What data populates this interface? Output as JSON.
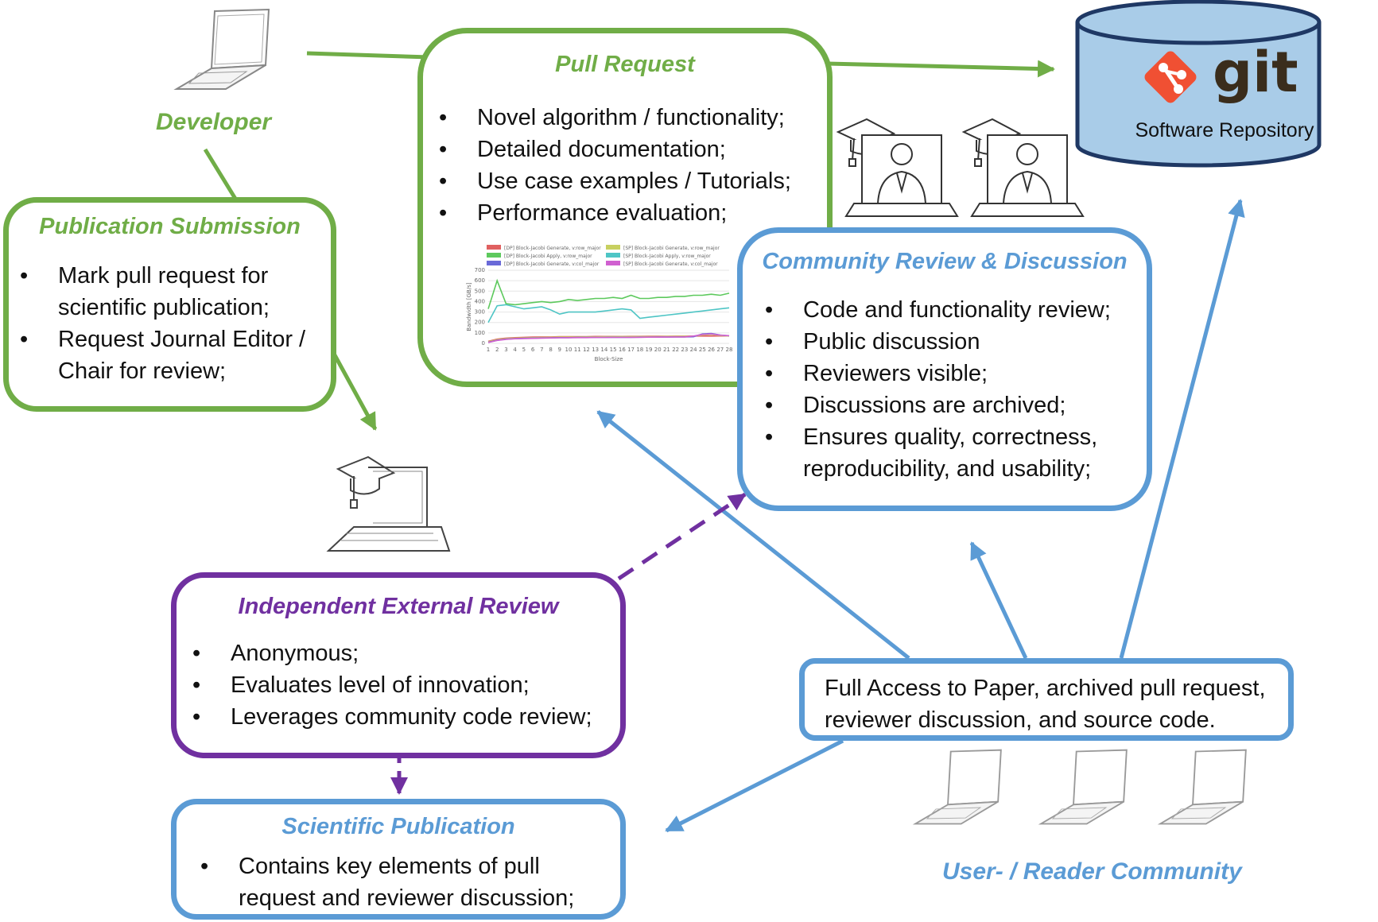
{
  "developer": {
    "label": "Developer"
  },
  "pull_request": {
    "title": "Pull Request",
    "items": [
      "Novel algorithm / functionality;",
      "Detailed documentation;",
      "Use case examples / Tutorials;",
      "Performance evaluation;"
    ]
  },
  "repository": {
    "logo_text": "git",
    "label": "Software Repository"
  },
  "publication_submission": {
    "title": "Publication Submission",
    "items": [
      "Mark pull request for scientific publication;",
      "Request Journal Editor / Chair for review;"
    ]
  },
  "community_review": {
    "title": "Community Review & Discussion",
    "items": [
      "Code and functionality review;",
      "Public discussion",
      "Reviewers visible;",
      "Discussions are archived;",
      "Ensures quality, correctness, reproducibility, and usability;"
    ]
  },
  "external_review": {
    "title": "Independent  External Review",
    "items": [
      "Anonymous;",
      "Evaluates level of innovation;",
      "Leverages community code review;"
    ]
  },
  "full_access": {
    "text": "Full Access to Paper, archived pull request, reviewer discussion, and source code."
  },
  "scientific_publication": {
    "title": "Scientific Publication",
    "items": [
      "Contains key elements of pull request and reviewer discussion;"
    ]
  },
  "community": {
    "label": "User- / Reader Community"
  },
  "colors": {
    "green": "#70ad47",
    "blue": "#5b9bd5",
    "purple": "#7030a0",
    "repo_fill": "#a9cce8",
    "git_orange": "#f05033"
  },
  "chart_data": {
    "type": "line",
    "title": "",
    "xlabel": "Block-Size",
    "ylabel": "Bandwidth [GB/s]",
    "ylim": [
      0,
      700
    ],
    "yticks": [
      0,
      100,
      200,
      300,
      400,
      500,
      600,
      700
    ],
    "x": [
      1,
      2,
      3,
      4,
      5,
      6,
      7,
      8,
      9,
      10,
      11,
      12,
      13,
      14,
      15,
      16,
      17,
      18,
      19,
      20,
      21,
      22,
      23,
      24,
      25,
      26,
      27,
      28
    ],
    "series": [
      {
        "name": "[DP] Block-Jacobi Generate, v:row_major",
        "color": "#e06060",
        "values": [
          20,
          40,
          50,
          55,
          58,
          60,
          62,
          62,
          64,
          64,
          65,
          65,
          66,
          66,
          66,
          66,
          67,
          67,
          68,
          68,
          68,
          69,
          69,
          70,
          70,
          70,
          71,
          71
        ]
      },
      {
        "name": "[SP] Block-Jacobi Generate, v:row_major",
        "color": "#c8d060",
        "values": [
          15,
          35,
          45,
          50,
          52,
          55,
          57,
          58,
          60,
          60,
          61,
          62,
          62,
          63,
          63,
          64,
          64,
          65,
          65,
          65,
          66,
          66,
          67,
          68,
          80,
          85,
          75,
          70
        ]
      },
      {
        "name": "[DP] Block-Jacobi Apply, v:row_major",
        "color": "#5dc95d",
        "values": [
          330,
          600,
          380,
          370,
          380,
          390,
          400,
          390,
          400,
          420,
          410,
          420,
          430,
          430,
          440,
          430,
          460,
          430,
          430,
          440,
          440,
          450,
          450,
          460,
          460,
          470,
          460,
          480
        ]
      },
      {
        "name": "[SP] Block-Jacobi Apply, v:row_major",
        "color": "#4ec5c5",
        "values": [
          200,
          360,
          370,
          350,
          330,
          340,
          350,
          320,
          280,
          300,
          300,
          300,
          300,
          310,
          320,
          330,
          320,
          240,
          250,
          260,
          270,
          280,
          290,
          300,
          310,
          320,
          330,
          340
        ]
      },
      {
        "name": "[DP] Block-Jacobi Generate, v:col_major",
        "color": "#6a6ad8",
        "values": [
          10,
          30,
          40,
          45,
          48,
          50,
          52,
          53,
          55,
          55,
          56,
          56,
          57,
          57,
          58,
          58,
          58,
          59,
          59,
          60,
          60,
          61,
          62,
          63,
          90,
          95,
          80,
          72
        ]
      },
      {
        "name": "[SP] Block-Jacobi Generate, v:col_major",
        "color": "#d060d0",
        "values": [
          8,
          28,
          38,
          44,
          46,
          48,
          50,
          52,
          53,
          54,
          55,
          55,
          56,
          56,
          57,
          57,
          58,
          58,
          59,
          59,
          60,
          61,
          62,
          70,
          85,
          90,
          78,
          74
        ]
      }
    ],
    "legend": "top"
  }
}
